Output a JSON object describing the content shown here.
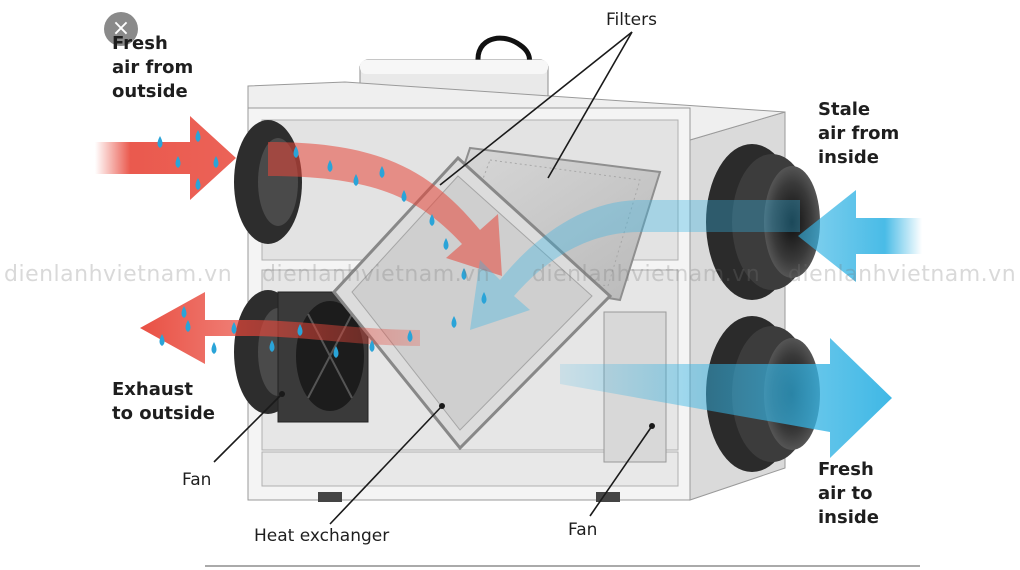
{
  "labels": {
    "fresh_air_from_outside": [
      "Fresh",
      "air from",
      "outside"
    ],
    "stale_air_from_inside": [
      "Stale",
      "air from",
      "inside"
    ],
    "exhaust_to_outside": [
      "Exhaust",
      "to outside"
    ],
    "fresh_air_to_inside": [
      "Fresh",
      "air to",
      "inside"
    ],
    "filters": "Filters",
    "fan_left": "Fan",
    "fan_right": "Fan",
    "heat_exchanger": "Heat exchanger"
  },
  "watermark": "dienlanhvietnam.vn",
  "close_icon": "×",
  "colors": {
    "warm_arrow": "#e8473a",
    "cool_arrow": "#35b4e4",
    "droplet": "#2aa4d8",
    "housing": "#f2f2f2",
    "housing_edge": "#9a9a9a",
    "duct": "#2e2e2e"
  }
}
